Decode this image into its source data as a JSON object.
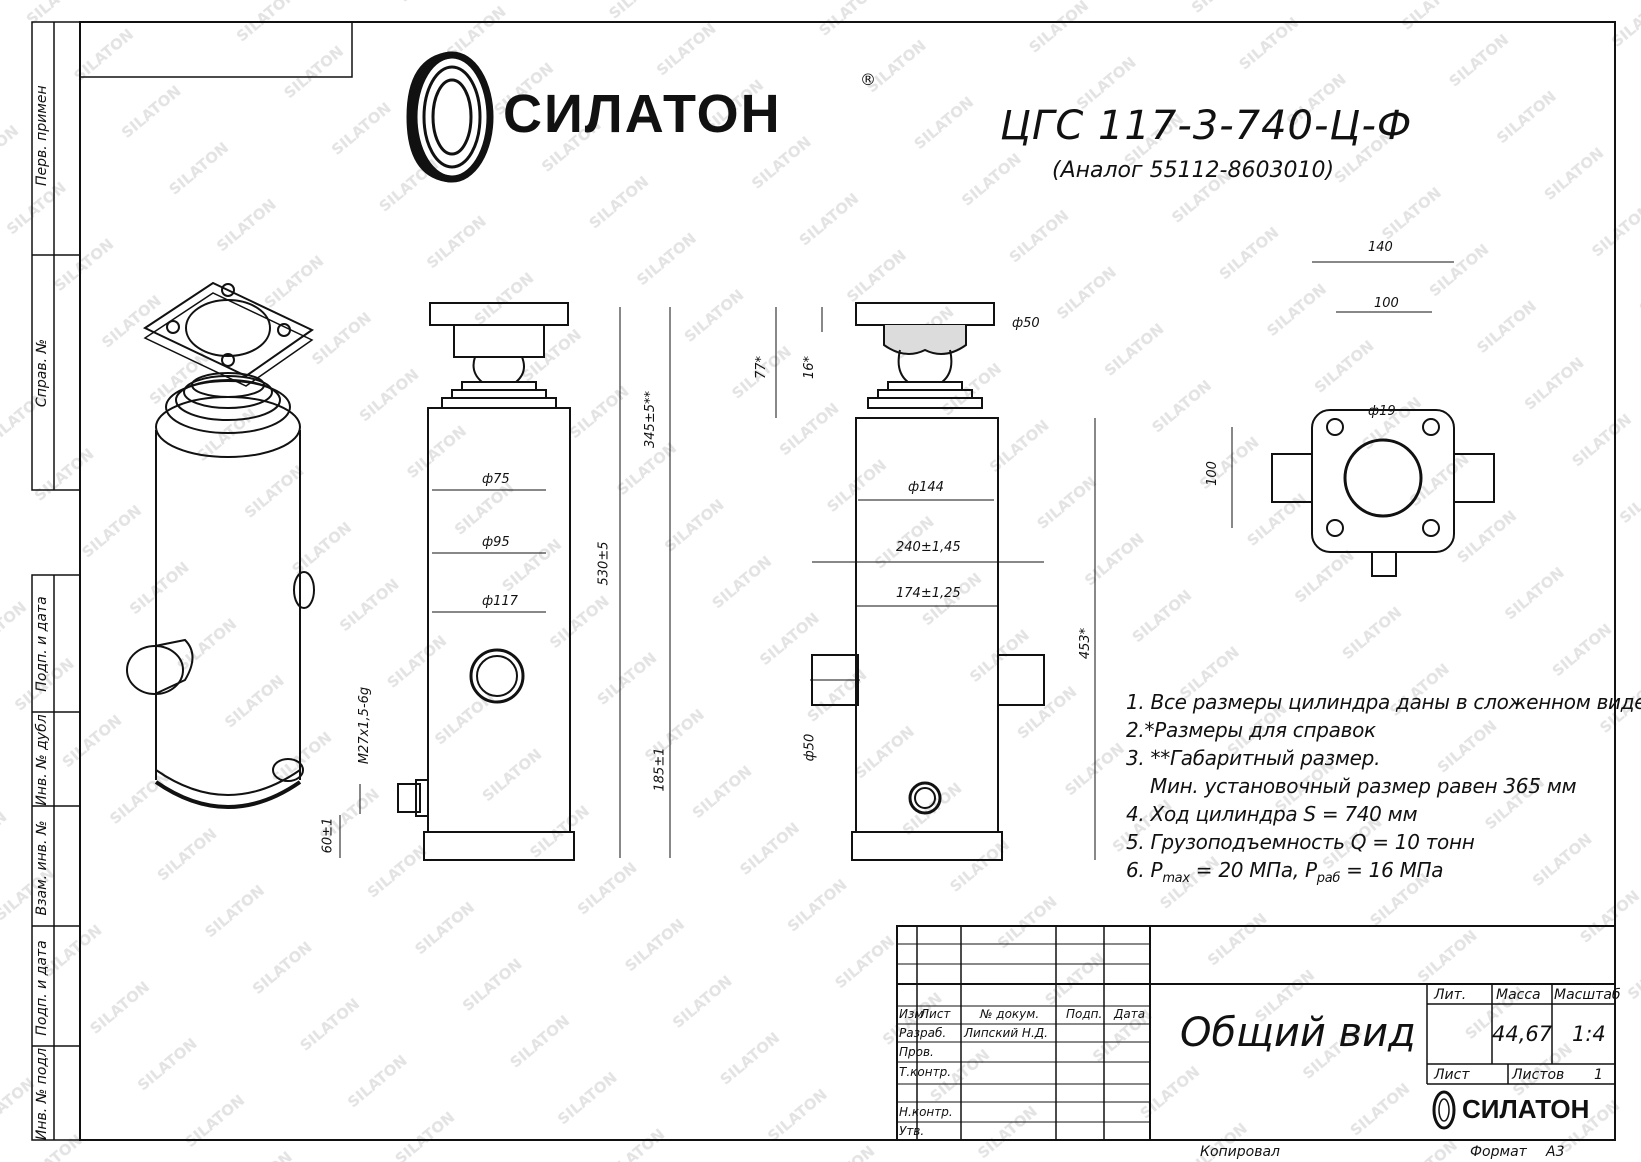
{
  "header": {
    "brand": "СИЛАТОН",
    "registered_mark": "®",
    "product_code": "ЦГС 117-3-740-Ц-Ф",
    "analog": "(Аналог 55112-8603010)"
  },
  "side_stamp": [
    "Перв. примен",
    "Справ. №",
    "Подп. и дата",
    "Инв. № дубл",
    "Взам. инв. №",
    "Подп. и дата",
    "Инв. № подл"
  ],
  "watermark": "SILATON",
  "dimensions": {
    "d75": "ф75",
    "d95": "ф95",
    "d117": "ф117",
    "d144": "ф144",
    "d50_top": "ф50",
    "d50_port": "ф50",
    "d19": "ф19",
    "sq140": "140",
    "w100": "100",
    "h100": "100",
    "l345": "345±5**",
    "l530": "530±5",
    "l185": "185±1",
    "l77": "77*",
    "l16": "16*",
    "l453": "453*",
    "l240": "240±1,45",
    "l174": "174±1,25",
    "l60": "60±1",
    "thread": "M27x1,5-6g"
  },
  "notes": [
    "1. Все размеры цилиндра даны в сложенном виде.",
    "2.*Размеры для справок",
    "3.  **Габаритный размер.",
    "Мин. установочный размер равен 365 мм",
    "4. Ход цилиндра S = 740 мм",
    "5. Грузоподъемность Q = 10 тонн",
    "6. P",
    "max",
    " = 20 МПа, P",
    "раб",
    " = 16 МПа"
  ],
  "title_block": {
    "cols": [
      "Изм",
      "Лист",
      "№ докум.",
      "Подп.",
      "Дата"
    ],
    "rows": [
      "Разраб.",
      "Пров.",
      "Т.контр.",
      "Н.контр.",
      "Утв."
    ],
    "developer": "Липский Н.Д.",
    "document_name": "Общий вид",
    "lit_label": "Лит.",
    "mass_label": "Масса",
    "scale_label": "Масштаб",
    "mass": "44,67",
    "scale": "1:4",
    "sheet_label": "Лист",
    "sheets_label": "Листов",
    "sheets": "1",
    "brand": "СИЛАТОН",
    "copied": "Копировал",
    "format_label": "Формат",
    "format": "А3"
  }
}
